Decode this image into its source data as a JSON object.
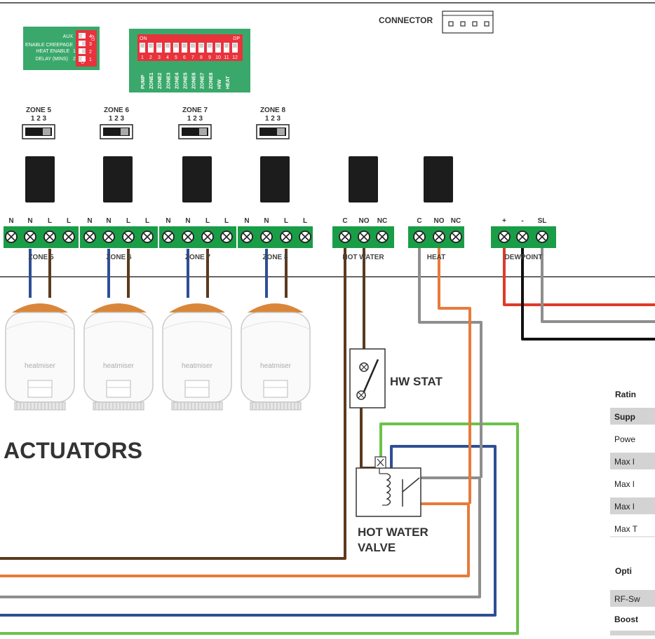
{
  "connector_label": "CONNECTOR",
  "dip_aux": {
    "rows": [
      "AUX",
      "ENABLE CREEPAGE",
      "HEAT ENABLE",
      "DELAY (MINS)"
    ],
    "row_numbers": [
      "1",
      "2"
    ],
    "on": "ON",
    "dp": "DP",
    "switch_numbers": [
      "1",
      "2",
      "3",
      "4"
    ]
  },
  "dip_main": {
    "on": "ON",
    "dp": "DP",
    "numbers": [
      "1",
      "2",
      "3",
      "4",
      "5",
      "6",
      "7",
      "8",
      "9",
      "10",
      "11",
      "12"
    ],
    "labels": [
      "PUMP",
      "ZONE1",
      "ZONE2",
      "ZONE3",
      "ZONE4",
      "ZONE5",
      "ZONE6",
      "ZONE7",
      "ZONE8",
      "H/W",
      "HEAT"
    ]
  },
  "zone_selectors": [
    {
      "title": "ZONE 5",
      "positions": "1  2  3"
    },
    {
      "title": "ZONE 6",
      "positions": "1  2  3"
    },
    {
      "title": "ZONE 7",
      "positions": "1  2  3"
    },
    {
      "title": "ZONE 8",
      "positions": "1  2  3"
    }
  ],
  "terminal_blocks": [
    {
      "name": "ZONE 5",
      "pins": [
        "N",
        "N",
        "L",
        "L"
      ]
    },
    {
      "name": "ZONE 6",
      "pins": [
        "N",
        "N",
        "L",
        "L"
      ]
    },
    {
      "name": "ZONE 7",
      "pins": [
        "N",
        "N",
        "L",
        "L"
      ]
    },
    {
      "name": "ZONE 8",
      "pins": [
        "N",
        "N",
        "L",
        "L"
      ]
    },
    {
      "name": "HOT WATER",
      "pins": [
        "C",
        "NO",
        "NC"
      ]
    },
    {
      "name": "HEAT",
      "pins": [
        "C",
        "NO",
        "NC"
      ]
    },
    {
      "name": "DEWPOINT",
      "pins": [
        "+",
        "-",
        "SL"
      ]
    }
  ],
  "actuator_brand": "heatmiser",
  "actuators_label": "ACTUATORS",
  "hw_stat_label": "HW STAT",
  "hot_water_valve_label": [
    "HOT WATER",
    "VALVE"
  ],
  "side_table": {
    "ratings_title": "Ratin",
    "ratings_rows": [
      "Supp",
      "Powe",
      "Max l",
      "Max l",
      "Max l",
      "Max T"
    ],
    "options_title": "Opti",
    "options_rows": [
      "RF-Sw",
      "Boost"
    ]
  },
  "colors": {
    "terminal_green": "#1a9d47",
    "dip_board": "#3aa86b",
    "dip_red": "#e8323c",
    "wire_brown": "#5b3a1e",
    "wire_blue": "#2e4f96",
    "wire_orange": "#e87a3a",
    "wire_gray": "#8e8e8e",
    "wire_green": "#6cc24a",
    "wire_red": "#e03a2a",
    "wire_black": "#111111"
  }
}
